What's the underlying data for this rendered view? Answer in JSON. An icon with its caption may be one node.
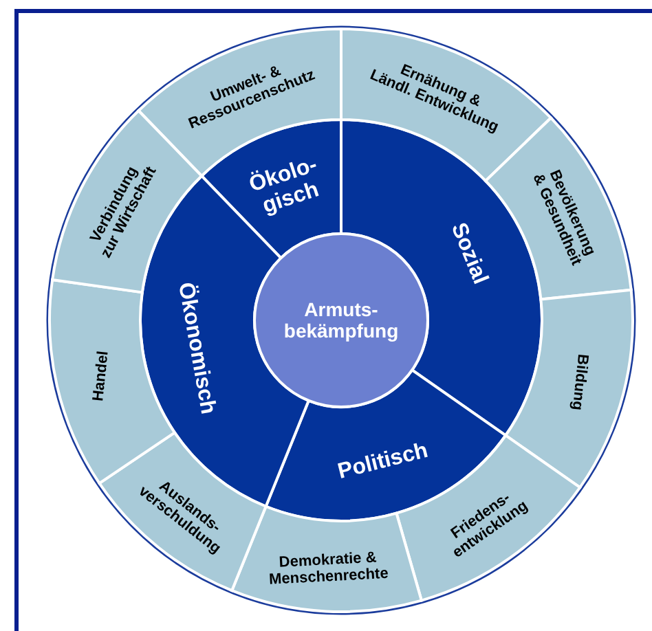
{
  "diagram": {
    "nodes": [
      {
        "text": [
          "Armuts- bekämpfung"
        ]
      },
      {
        "text": [
          "Ökolo- gisch"
        ]
      },
      {
        "text": [
          "Sozial"
        ]
      },
      {
        "text": [
          "Politisch"
        ]
      },
      {
        "text": [
          "Ökonomisch"
        ]
      },
      {
        "text": [
          "Umwelt- & Ressourcenschutz"
        ]
      },
      {
        "text": [
          "Ernähung & Ländl. Entwicklung"
        ]
      },
      {
        "text": [
          "Bevölkerung & Gesundheit"
        ]
      },
      {
        "text": [
          "Bildung"
        ]
      },
      {
        "text": [
          "Friedens- entwicklung"
        ]
      },
      {
        "text": [
          "Demokratie & Menschenrechte"
        ]
      },
      {
        "text": [
          "Auslands- verschuldung"
        ]
      },
      {
        "text": [
          "Handel"
        ]
      },
      {
        "text": [
          "Verbindung zur Wirtschaft"
        ]
      }
    ]
  }
}
